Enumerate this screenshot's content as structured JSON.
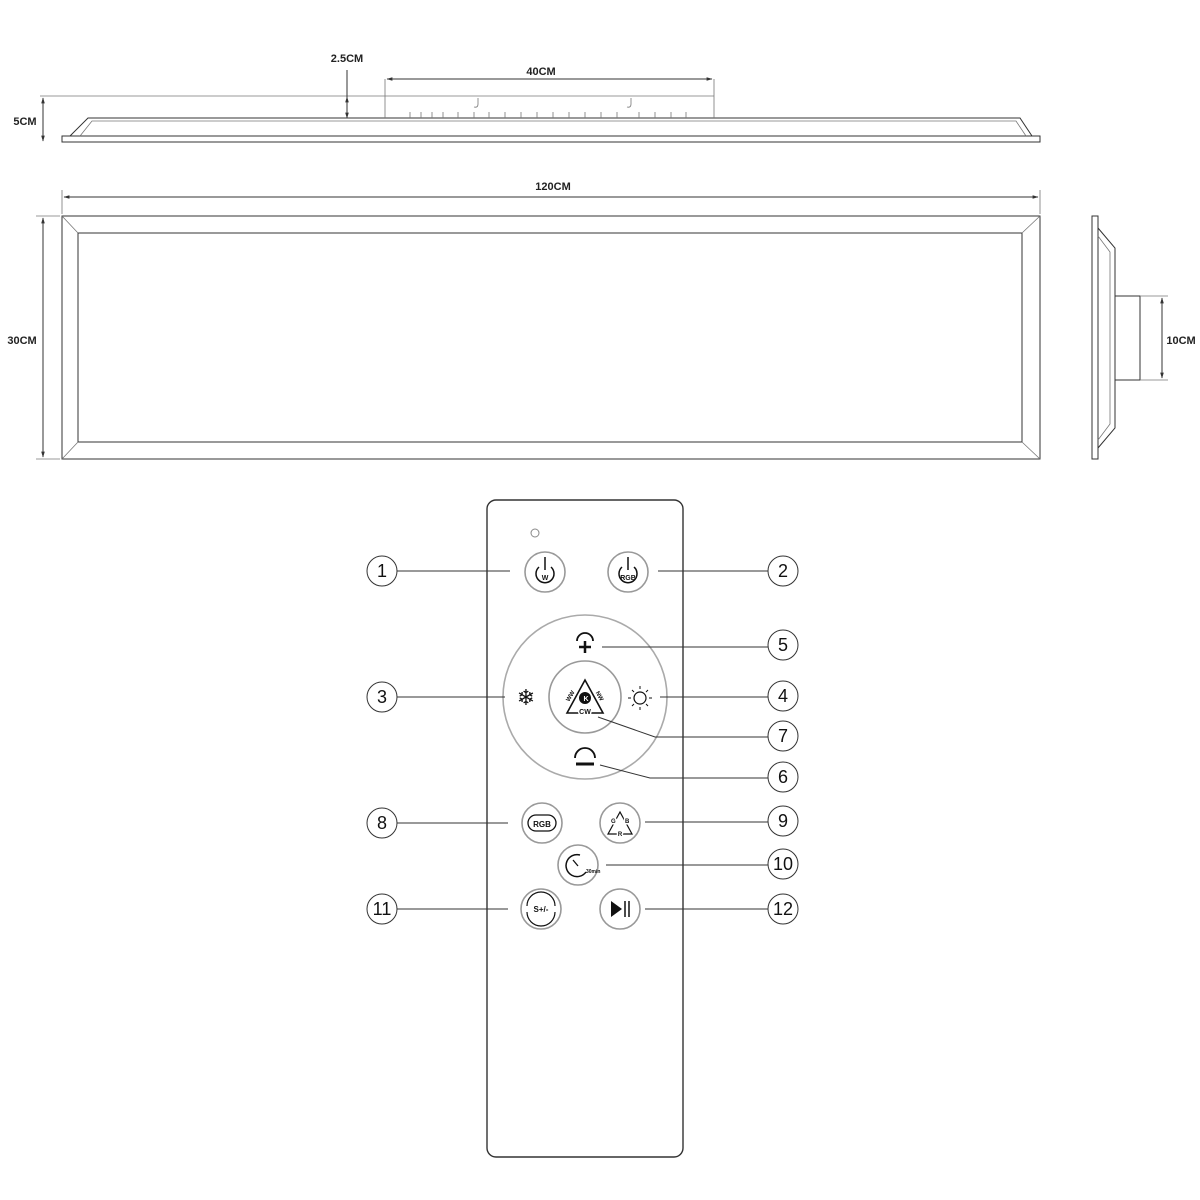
{
  "dimensions": {
    "depth_step": "2.5CM",
    "bracket_width": "40CM",
    "height": "5CM",
    "length": "120CM",
    "width": "30CM",
    "bracket_depth": "10CM"
  },
  "remote": {
    "buttons": {
      "w_power": "W",
      "rgb_power": "RGB",
      "color_temp_ww": "WW",
      "color_temp_nw": "NW",
      "color_temp_k": "K",
      "color_temp_cw": "CW",
      "rgb_cycle": "RGB",
      "rgb_r": "R",
      "rgb_g": "G",
      "rgb_b": "B",
      "timer": "30min",
      "speed": "S+/-"
    },
    "callouts": [
      "1",
      "2",
      "3",
      "4",
      "5",
      "6",
      "7",
      "8",
      "9",
      "10",
      "11",
      "12"
    ]
  }
}
